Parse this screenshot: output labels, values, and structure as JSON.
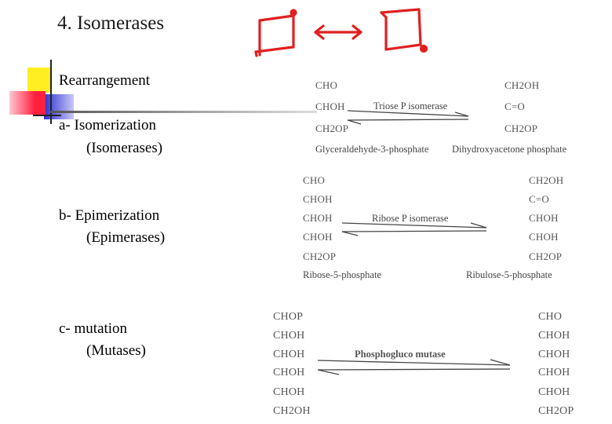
{
  "title": "4. Isomerases",
  "bullets": {
    "rearrangement": "Rearrangement",
    "a_label": "a- Isomerization",
    "a_sub": "(Isomerases)",
    "b_label": "b- Epimerization",
    "b_sub": "(Epimerases)",
    "c_label": "c- mutation",
    "c_sub": "(Mutases)"
  },
  "reactions": {
    "triose": {
      "left": [
        "CHO",
        "CHOH",
        "CH2OP"
      ],
      "right": [
        "CH2OH",
        "C=O",
        "CH2OP"
      ],
      "enzyme": "Triose P isomerase",
      "left_name": "Glyceraldehyde-3-phosphate",
      "right_name": "Dihydroxyacetone phosphate"
    },
    "ribose": {
      "left": [
        "CHO",
        "CHOH",
        "CHOH",
        "CHOH",
        "CH2OP"
      ],
      "right": [
        "CH2OH",
        "C=O",
        "CHOH",
        "CHOH",
        "CH2OP"
      ],
      "enzyme": "Ribose P isomerase",
      "left_name": "Ribose-5-phosphate",
      "right_name": "Ribulose-5-phosphate"
    },
    "mutase": {
      "left": [
        "CHOP",
        "CHOH",
        "CHOH",
        "CHOH",
        "CHOH",
        "CH2OH"
      ],
      "right": [
        "CHO",
        "CHOH",
        "CHOH",
        "CHOH",
        "CHOH",
        "CH2OP"
      ],
      "enzyme": "Phosphogluco mutase"
    }
  },
  "colors": {
    "accent_red": "#e02020",
    "deco_yellow": "#ffee00",
    "deco_blue": "#3a3ad8",
    "deco_red": "#ff2040"
  }
}
